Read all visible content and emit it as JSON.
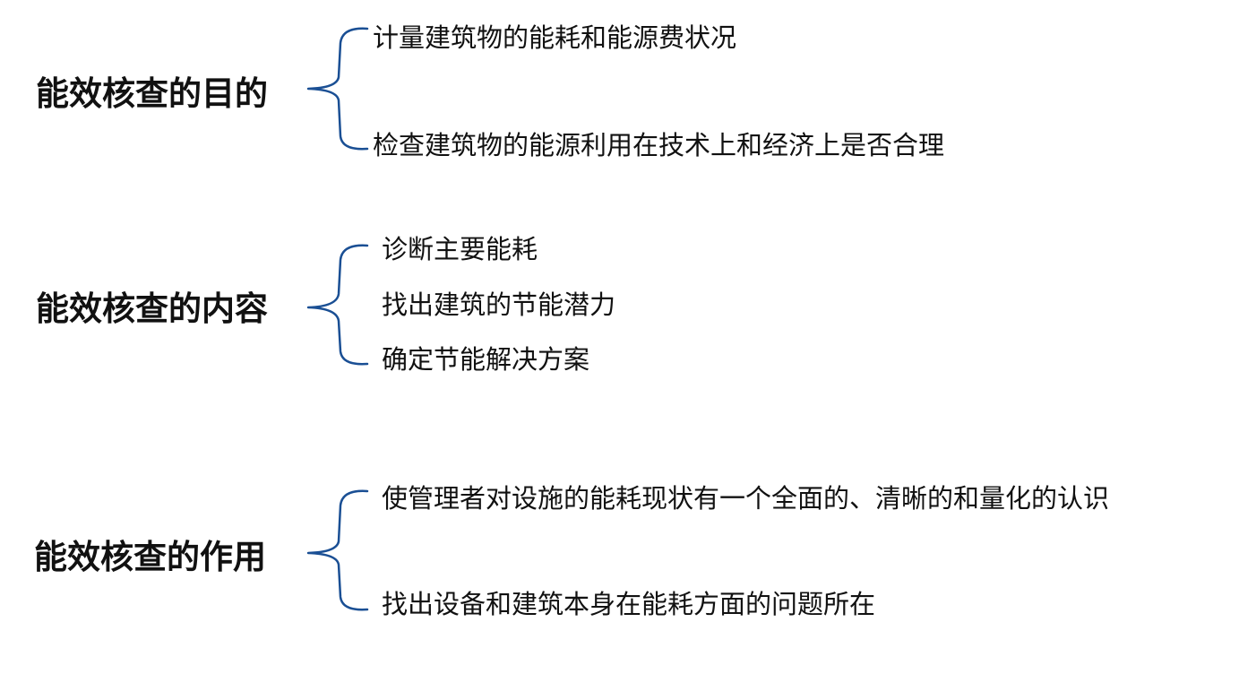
{
  "groups": [
    {
      "heading": "能效核查的目的",
      "items": [
        "计量建筑物的能耗和能源费状况",
        "检查建筑物的能源利用在技术上和经济上是否合理"
      ]
    },
    {
      "heading": "能效核查的内容",
      "items": [
        "诊断主要能耗",
        "找出建筑的节能潜力",
        "确定节能解决方案"
      ]
    },
    {
      "heading": "能效核查的作用",
      "items": [
        "使管理者对设施的能耗现状有一个全面的、清晰的和量化的认识",
        "找出设备和建筑本身在能耗方面的问题所在"
      ]
    }
  ],
  "colors": {
    "brace": "#1a4f94",
    "text": "#111111",
    "background": "#ffffff"
  }
}
